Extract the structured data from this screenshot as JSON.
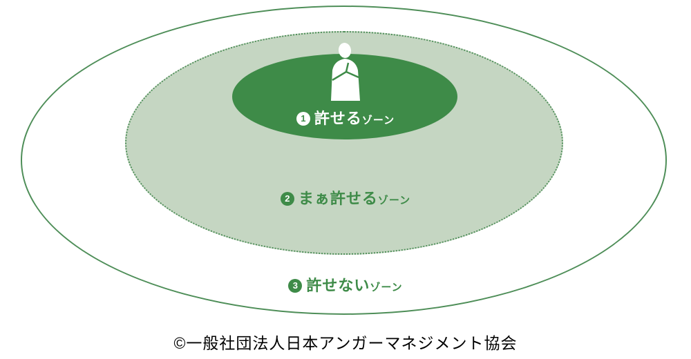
{
  "diagram": {
    "zones": [
      {
        "number": "1",
        "name": "許せる",
        "suffix": "ゾーン"
      },
      {
        "number": "2",
        "name": "まぁ許せる",
        "suffix": "ゾーン"
      },
      {
        "number": "3",
        "name": "許せない",
        "suffix": "ゾーン"
      }
    ],
    "caption": "©一般社団法人日本アンガーマネジメント協会",
    "colors": {
      "zone1_fill": "#3e8b48",
      "zone2_fill": "#c5d6c2",
      "zone3_fill": "#ffffff",
      "outline_green": "#4e8e58",
      "label_text_green": "#3e8b48"
    },
    "icons": [
      {
        "name": "thinking-person-icon"
      }
    ]
  }
}
